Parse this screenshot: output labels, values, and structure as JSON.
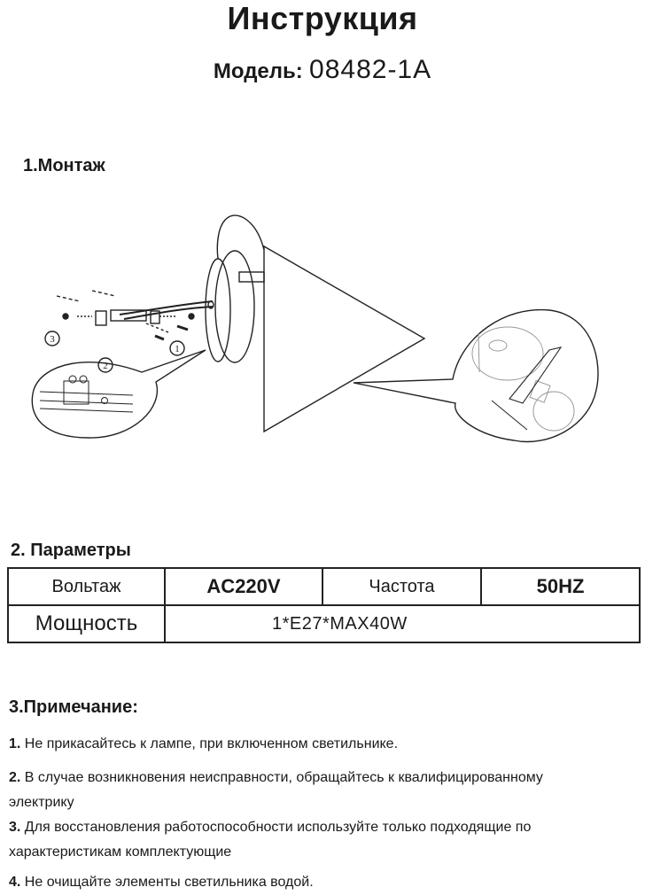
{
  "header": {
    "title": "Инструкция",
    "model_label": "Модель:",
    "model_value": "08482-1A"
  },
  "sections": {
    "mounting": {
      "heading": "1.Монтаж",
      "diagram": {
        "callouts": [
          "1",
          "2",
          "3"
        ],
        "description": "Wall lamp mounting diagram: mounting bracket with screws and dowels, wall plate with wiring, terminal block detail, conical shade, and bulb installation detail"
      }
    },
    "parameters": {
      "heading": "2. Параметры",
      "table": {
        "rows": [
          [
            "Вольтаж",
            "AC220V",
            "Частота",
            "50HZ"
          ],
          [
            "Мощность",
            "1*E27*MAX40W"
          ]
        ]
      }
    },
    "notes": {
      "heading": "3.Примечание:",
      "items": [
        {
          "num": "1.",
          "text": "Не прикасайтесь к лампе, при включенном светильнике."
        },
        {
          "num": "2.",
          "text": "В случае возникновения неисправности, обращайтесь к квалифицированному",
          "cont": "электрику"
        },
        {
          "num": "3.",
          "text": "Для восстановления работоспособности используйте только подходящие по",
          "cont": "характеристикам комплектующие"
        },
        {
          "num": "4.",
          "text": "Не очищайте элементы светильника водой."
        }
      ]
    }
  }
}
